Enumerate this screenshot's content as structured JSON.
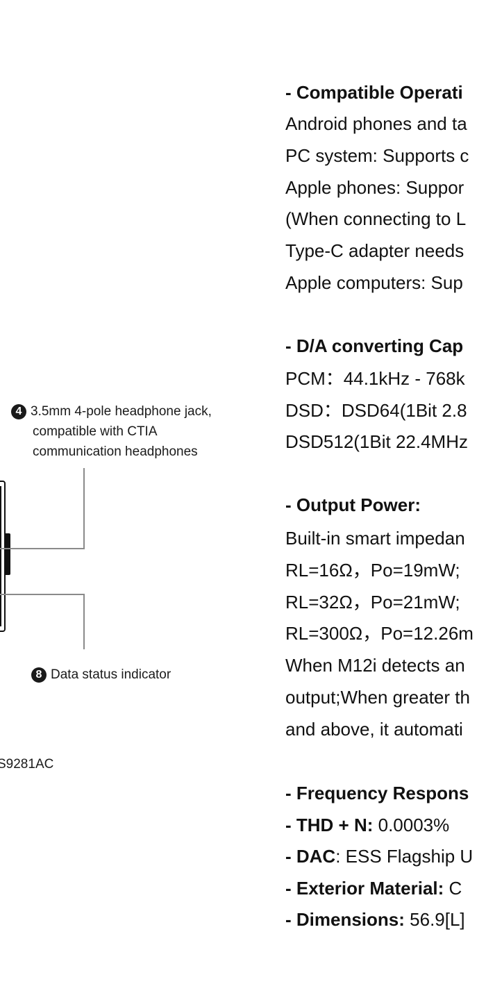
{
  "diagram": {
    "callouts": [
      {
        "number": "4",
        "lines": [
          "3.5mm 4-pole headphone jack,",
          "compatible with CTIA",
          "communication headphones"
        ]
      },
      {
        "number": "8",
        "lines": [
          "Data status indicator"
        ]
      }
    ],
    "chip_label": "S9281AC"
  },
  "specs": {
    "compatible_os": {
      "heading": "- Compatible Operati",
      "lines": [
        "Android phones and ta",
        "PC system: Supports c",
        "Apple phones: Suppor",
        "(When connecting to L",
        "Type-C adapter needs",
        "Apple computers: Sup"
      ]
    },
    "da_converting": {
      "heading": "- D/A converting Cap",
      "lines": [
        "PCM：44.1kHz - 768k",
        "DSD：DSD64(1Bit 2.8",
        "DSD512(1Bit 22.4MHz"
      ]
    },
    "output_power": {
      "heading": "- Output Power:",
      "lines": [
        "Built-in smart impedan",
        "RL=16Ω，Po=19mW;",
        "RL=32Ω，Po=21mW;",
        "RL=300Ω，Po=12.26m",
        "When M12i detects an",
        "output;When greater th",
        "and above, it automati"
      ]
    },
    "misc": [
      {
        "label": "- Frequency Respons",
        "value": ""
      },
      {
        "label": "- THD + N:",
        "value": " 0.0003%"
      },
      {
        "label": "- DAC",
        "value": ": ESS Flagship U"
      },
      {
        "label": "- Exterior Material:",
        "value": " C"
      },
      {
        "label": "- Dimensions:",
        "value": " 56.9[L]"
      }
    ]
  }
}
